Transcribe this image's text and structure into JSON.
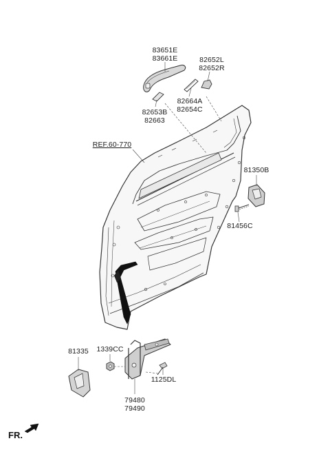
{
  "callouts": [
    {
      "lines": [
        "83651E",
        "83661E"
      ]
    },
    {
      "lines": [
        "82652L",
        "82652R"
      ]
    },
    {
      "lines": [
        "82664A",
        "82654C"
      ]
    },
    {
      "lines": [
        "82653B",
        "82663"
      ]
    },
    {
      "lines": [
        "REF.60-770"
      ]
    },
    {
      "lines": [
        "81350B"
      ]
    },
    {
      "lines": [
        "81456C"
      ]
    },
    {
      "lines": [
        "81335"
      ]
    },
    {
      "lines": [
        "1339CC"
      ]
    },
    {
      "lines": [
        "1125DL"
      ]
    },
    {
      "lines": [
        "79480",
        "79490"
      ]
    }
  ],
  "direction_marker": {
    "label": "FR.",
    "icon": "front-direction-arrow-icon"
  }
}
